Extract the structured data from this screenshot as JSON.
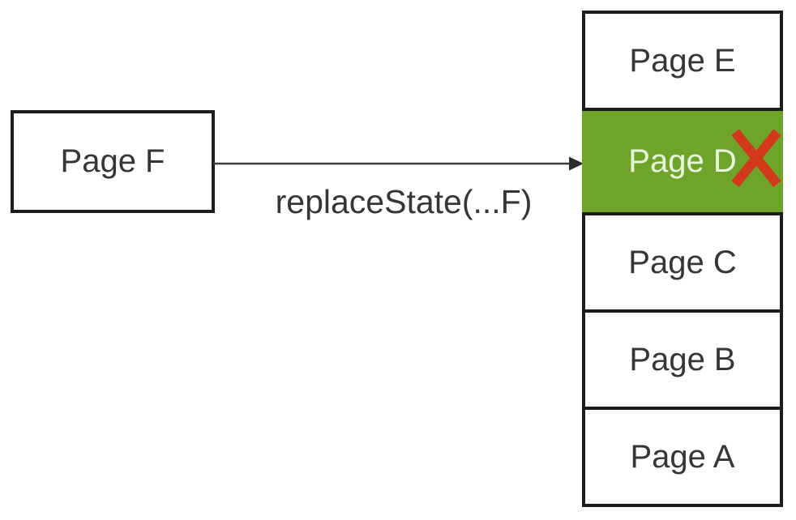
{
  "colors": {
    "highlight_green": "#6fa42b",
    "highlight_text": "#eaf7dc",
    "x_mark_red": "#d2391a",
    "box_border": "#1c1c1c",
    "text": "#363636",
    "arrow": "#3d3d3d"
  },
  "source_box": {
    "label": "Page F"
  },
  "arrow": {
    "label": "replaceState(...F)"
  },
  "stack": {
    "items": [
      {
        "label": "Page E",
        "highlighted": false
      },
      {
        "label": "Page D",
        "highlighted": true
      },
      {
        "label": "Page C",
        "highlighted": false
      },
      {
        "label": "Page B",
        "highlighted": false
      },
      {
        "label": "Page A",
        "highlighted": false
      }
    ]
  },
  "icons": {
    "x_mark": "x-mark-cross"
  }
}
